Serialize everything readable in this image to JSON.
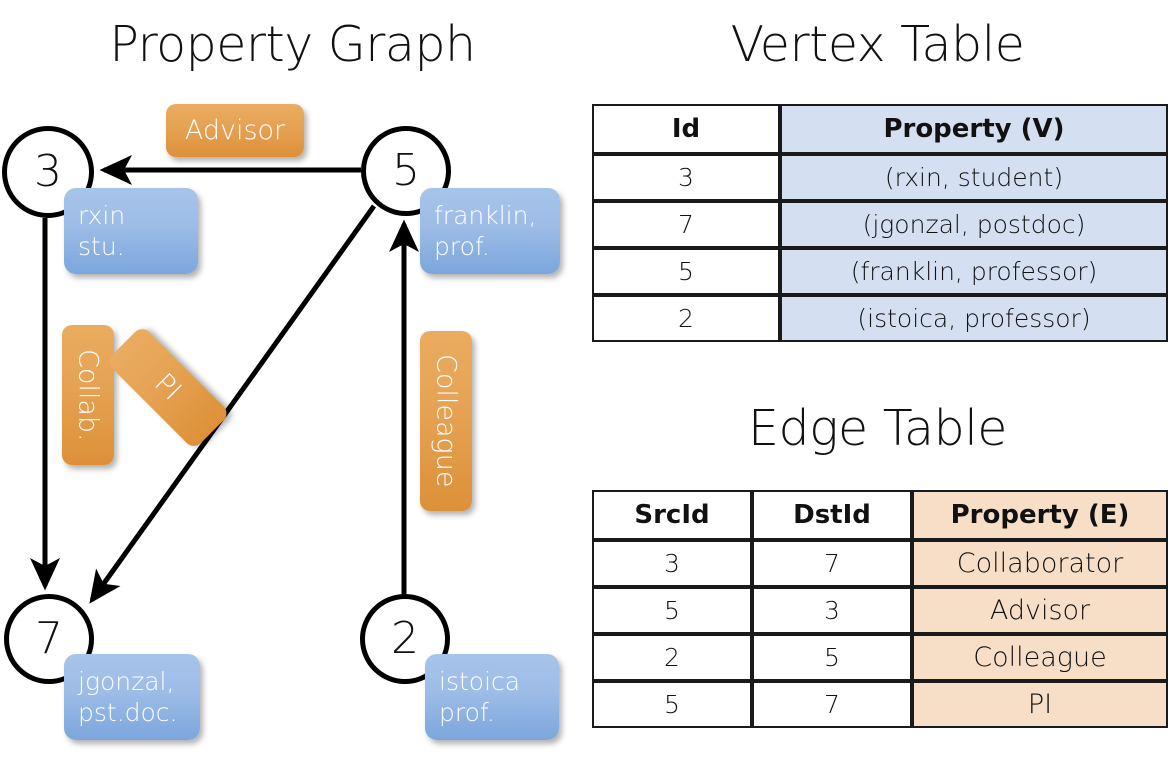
{
  "titles": {
    "property_graph": "Property Graph",
    "vertex_table": "Vertex Table",
    "edge_table": "Edge Table"
  },
  "graph": {
    "nodes": [
      {
        "id": "3",
        "label": "3",
        "property_line1": "rxin",
        "property_line2": "stu."
      },
      {
        "id": "5",
        "label": "5",
        "property_line1": "franklin,",
        "property_line2": "prof."
      },
      {
        "id": "7",
        "label": "7",
        "property_line1": "jgonzal,",
        "property_line2": "pst.doc."
      },
      {
        "id": "2",
        "label": "2",
        "property_line1": "istoica",
        "property_line2": "prof."
      }
    ],
    "edge_labels": [
      {
        "name": "advisor",
        "text": "Advisor"
      },
      {
        "name": "collab",
        "text": "Collab."
      },
      {
        "name": "pi",
        "text": "PI"
      },
      {
        "name": "colleague",
        "text": "Colleague"
      }
    ],
    "colors": {
      "node_border": "#000000",
      "node_fill": "#ffffff",
      "property_bubble": "#9dbce6",
      "edge_badge": "#e5a253",
      "arrow": "#000000"
    }
  },
  "vertex_table": {
    "headers": [
      "Id",
      "Property (V)"
    ],
    "rows": [
      {
        "id": "3",
        "property": "(rxin, student)"
      },
      {
        "id": "7",
        "property": "(jgonzal, postdoc)"
      },
      {
        "id": "5",
        "property": "(franklin, professor)"
      },
      {
        "id": "2",
        "property": "(istoica, professor)"
      }
    ],
    "property_column_color": "#d4dff2"
  },
  "edge_table": {
    "headers": [
      "SrcId",
      "DstId",
      "Property (E)"
    ],
    "rows": [
      {
        "src": "3",
        "dst": "7",
        "property": "Collaborator"
      },
      {
        "src": "5",
        "dst": "3",
        "property": "Advisor"
      },
      {
        "src": "2",
        "dst": "5",
        "property": "Colleague"
      },
      {
        "src": "5",
        "dst": "7",
        "property": "PI"
      }
    ],
    "property_column_color": "#f6dfc6"
  }
}
